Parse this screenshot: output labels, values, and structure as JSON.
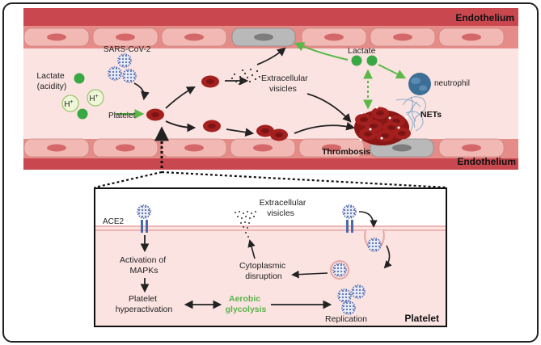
{
  "top_panel": {
    "endothelium_top": "Endothelium",
    "endothelium_bottom": "Endothelium",
    "sars_cov_2": "SARS-CoV-2",
    "lactate_left_line1": "Lactate",
    "lactate_left_line2": "(acidity)",
    "h_plus": "H",
    "h_plus_sup": "+",
    "platelet": "Platelet",
    "extracellular_line1": "Extracellular",
    "extracellular_line2": "visicles",
    "lactate_right": "Lactate",
    "neutrophil": "neutrophil",
    "nets": "NETs",
    "thrombosis": "Thrombosis"
  },
  "bottom_panel": {
    "ace2": "ACE2",
    "activation_line1": "Activation of",
    "activation_line2": "MAPKs",
    "hyper_line1": "Platelet",
    "hyper_line2": "hyperactivation",
    "aerobic_line1": "Aerobic",
    "aerobic_line2": "glycolysis",
    "extracellular_line1": "Extracellular",
    "extracellular_line2": "visicles",
    "cyto_line1": "Cytoplasmic",
    "cyto_line2": "disruption",
    "replication": "Replication",
    "platelet_label": "Platelet"
  },
  "colors": {
    "vessel_wall": "#c9484f",
    "vessel_lumen": "#fbe3e1",
    "endothelial_cell": "#f2b9b4",
    "red_cell": "#a3201f",
    "lactate_green": "#3aa842",
    "arrow_green": "#5ab848",
    "virus_blue": "#5b6fae",
    "neutrophil_blue": "#3d6f96",
    "aerobic_green": "#59b34a"
  }
}
